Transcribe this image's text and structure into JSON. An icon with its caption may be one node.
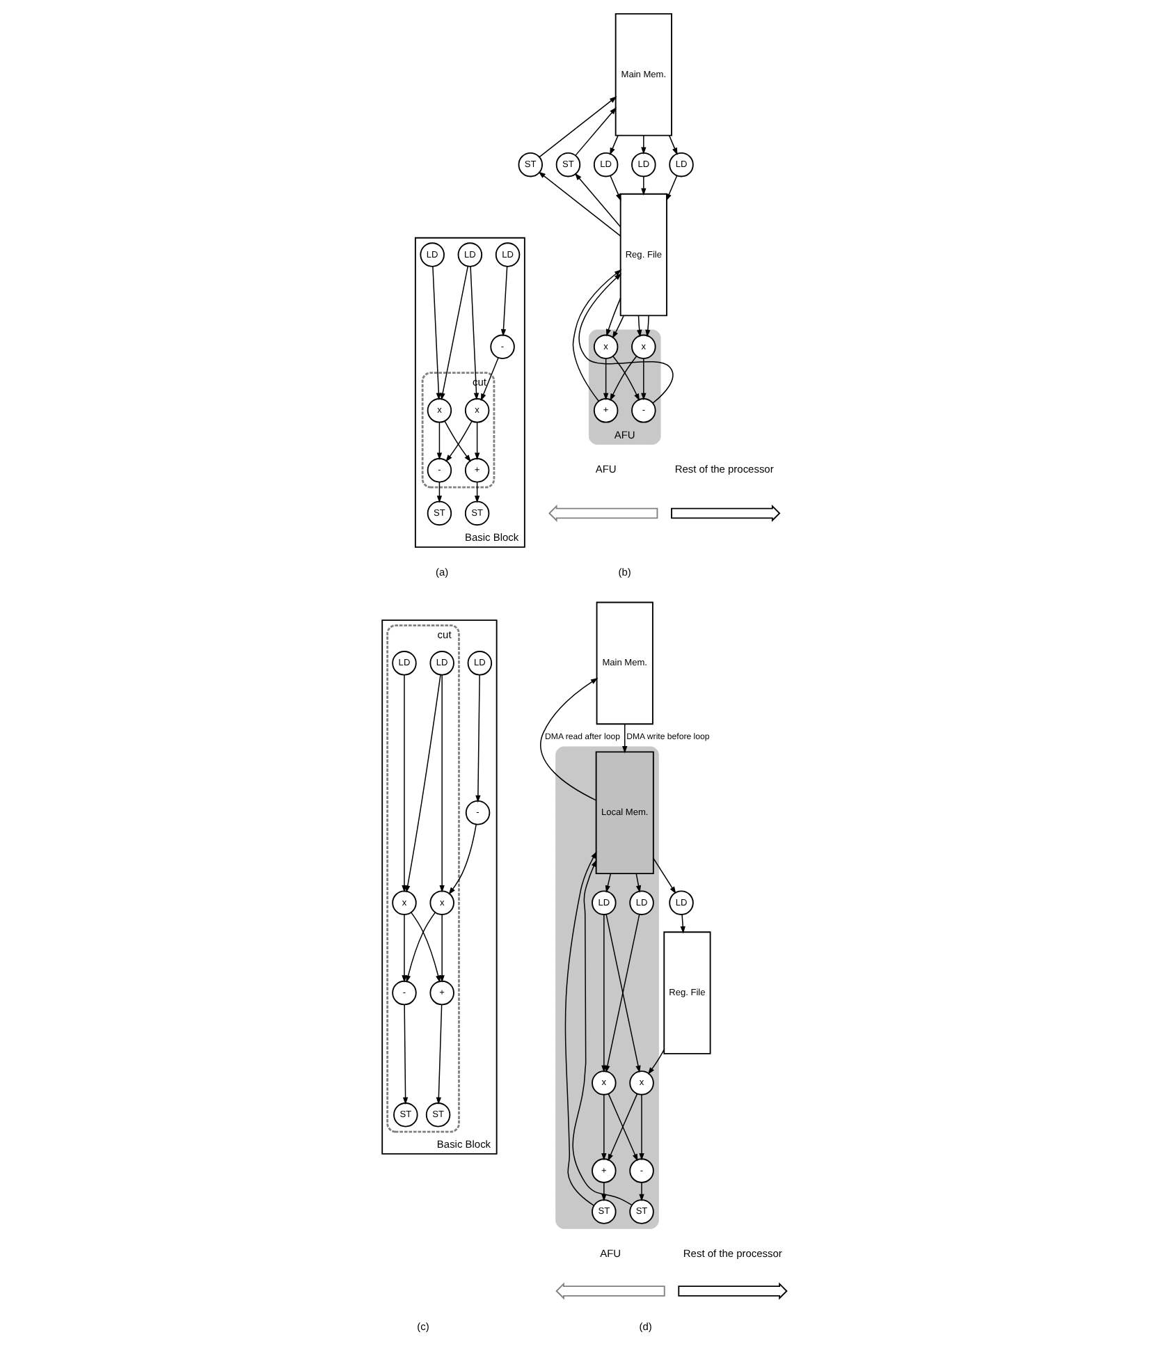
{
  "diagram": {
    "nodes": [
      {
        "text": [
          "Basic Block"
        ]
      },
      {
        "text": [
          "cut"
        ],
        "in": 0
      },
      {
        "text": [
          "LD"
        ],
        "in": 0
      },
      {
        "text": [
          "LD"
        ],
        "in": 0
      },
      {
        "text": [
          "LD"
        ],
        "in": 0
      },
      {
        "text": [
          "-"
        ],
        "in": 0
      },
      {
        "text": [
          "x"
        ],
        "in": 1
      },
      {
        "text": [
          "x"
        ],
        "in": 1
      },
      {
        "text": [
          "+"
        ],
        "in": 1
      },
      {
        "text": [
          "-"
        ],
        "in": 1
      },
      {
        "text": [
          "ST"
        ],
        "in": 0
      },
      {
        "text": [
          "ST"
        ],
        "in": 0
      },
      {
        "text": [
          "AFU"
        ]
      },
      {
        "text": [
          "x"
        ],
        "in": 12
      },
      {
        "text": [
          "x"
        ],
        "in": 12
      },
      {
        "text": [
          "+"
        ],
        "in": 12
      },
      {
        "text": [
          "-"
        ],
        "in": 12
      },
      {
        "text": [
          "Reg. File"
        ]
      },
      {
        "text": [
          "LD"
        ]
      },
      {
        "text": [
          "LD"
        ]
      },
      {
        "text": [
          "LD"
        ]
      },
      {
        "text": [
          "ST"
        ]
      },
      {
        "text": [
          "ST"
        ]
      },
      {
        "text": [
          "Main Mem."
        ]
      },
      {
        "text": [
          "Basic Block"
        ]
      },
      {
        "text": [
          "cut"
        ],
        "in": 24
      },
      {
        "text": [
          "LD"
        ],
        "in": 25
      },
      {
        "text": [
          "LD"
        ],
        "in": 25
      },
      {
        "text": [
          "LD"
        ],
        "in": 24
      },
      {
        "text": [
          "-"
        ],
        "in": 24
      },
      {
        "text": [
          "x"
        ],
        "in": 25
      },
      {
        "text": [
          "x"
        ],
        "in": 25
      },
      {
        "text": [
          "+"
        ],
        "in": 25
      },
      {
        "text": [
          "-"
        ],
        "in": 25
      },
      {
        "text": [
          "ST"
        ],
        "in": 25
      },
      {
        "text": [
          "ST"
        ],
        "in": 25
      },
      {
        "text": [],
        "shape": "box"
      },
      {
        "text": [
          "LD"
        ],
        "in": 36
      },
      {
        "text": [
          "LD"
        ],
        "in": 36
      },
      {
        "text": [
          "x"
        ],
        "in": 36
      },
      {
        "text": [
          "x"
        ],
        "in": 36
      },
      {
        "text": [
          "+"
        ],
        "in": 36
      },
      {
        "text": [
          "-"
        ],
        "in": 36
      },
      {
        "text": [
          "ST"
        ],
        "in": 36
      },
      {
        "text": [
          "ST"
        ],
        "in": 36
      },
      {
        "text": [
          "Local Mem."
        ],
        "in": 36
      },
      {
        "text": [
          "LD"
        ]
      },
      {
        "text": [
          "Reg. File"
        ]
      },
      {
        "text": [
          "Main Mem."
        ]
      }
    ],
    "edges": [
      {
        "from": 2,
        "to": 6,
        "arrow": "to"
      },
      {
        "from": 3,
        "to": 6,
        "arrow": "to"
      },
      {
        "from": 3,
        "to": 7,
        "arrow": "to"
      },
      {
        "from": 4,
        "to": 5,
        "arrow": "to"
      },
      {
        "from": 5,
        "to": 7,
        "arrow": "to"
      },
      {
        "from": 6,
        "to": 8,
        "arrow": "to"
      },
      {
        "from": 6,
        "to": 9,
        "arrow": "to"
      },
      {
        "from": 7,
        "to": 8,
        "arrow": "to"
      },
      {
        "from": 7,
        "to": 9,
        "arrow": "to"
      },
      {
        "from": 8,
        "to": 10,
        "arrow": "to"
      },
      {
        "from": 9,
        "to": 11,
        "arrow": "to"
      },
      {
        "from": 17,
        "to": 13,
        "arrow": "to"
      },
      {
        "from": 17,
        "to": 13,
        "arrow": "to"
      },
      {
        "from": 17,
        "to": 14,
        "arrow": "to"
      },
      {
        "from": 17,
        "to": 14,
        "arrow": "to"
      },
      {
        "from": 13,
        "to": 15,
        "arrow": "to"
      },
      {
        "from": 13,
        "to": 16,
        "arrow": "to"
      },
      {
        "from": 14,
        "to": 15,
        "arrow": "to"
      },
      {
        "from": 14,
        "to": 16,
        "arrow": "to"
      },
      {
        "from": 15,
        "to": 17,
        "arrow": "to"
      },
      {
        "from": 16,
        "to": 17,
        "arrow": "to"
      },
      {
        "from": 23,
        "to": 18,
        "arrow": "to"
      },
      {
        "from": 18,
        "to": 17,
        "arrow": "to"
      },
      {
        "from": 23,
        "to": 19,
        "arrow": "to"
      },
      {
        "from": 19,
        "to": 17,
        "arrow": "to"
      },
      {
        "from": 23,
        "to": 20,
        "arrow": "to"
      },
      {
        "from": 20,
        "to": 17,
        "arrow": "to"
      },
      {
        "from": 17,
        "to": 21,
        "arrow": "to"
      },
      {
        "from": 21,
        "to": 23,
        "arrow": "to"
      },
      {
        "from": 17,
        "to": 22,
        "arrow": "to"
      },
      {
        "from": 22,
        "to": 23,
        "arrow": "to"
      },
      {
        "from": 26,
        "to": 30,
        "arrow": "to"
      },
      {
        "from": 27,
        "to": 30,
        "arrow": "to"
      },
      {
        "from": 27,
        "to": 31,
        "arrow": "to"
      },
      {
        "from": 28,
        "to": 29,
        "arrow": "to"
      },
      {
        "from": 29,
        "to": 31,
        "arrow": "to"
      },
      {
        "from": 30,
        "to": 32,
        "arrow": "to"
      },
      {
        "from": 30,
        "to": 33,
        "arrow": "to"
      },
      {
        "from": 31,
        "to": 32,
        "arrow": "to"
      },
      {
        "from": 31,
        "to": 33,
        "arrow": "to"
      },
      {
        "from": 32,
        "to": 34,
        "arrow": "to"
      },
      {
        "from": 33,
        "to": 35,
        "arrow": "to"
      },
      {
        "from": 48,
        "to": 45,
        "label": "DMA write before loop",
        "arrow": "to"
      },
      {
        "from": 45,
        "to": 37,
        "arrow": "to"
      },
      {
        "from": 45,
        "to": 38,
        "arrow": "to"
      },
      {
        "from": 45,
        "to": 46,
        "arrow": "to"
      },
      {
        "from": 46,
        "to": 47,
        "arrow": "to"
      },
      {
        "from": 37,
        "to": 39,
        "arrow": "to"
      },
      {
        "from": 38,
        "to": 39,
        "arrow": "to"
      },
      {
        "from": 38,
        "to": 40,
        "arrow": "to"
      },
      {
        "from": 47,
        "to": 40,
        "arrow": "to"
      },
      {
        "from": 39,
        "to": 41,
        "arrow": "to"
      },
      {
        "from": 39,
        "to": 42,
        "arrow": "to"
      },
      {
        "from": 40,
        "to": 41,
        "arrow": "to"
      },
      {
        "from": 40,
        "to": 42,
        "arrow": "to"
      },
      {
        "from": 41,
        "to": 43,
        "arrow": "to"
      },
      {
        "from": 42,
        "to": 44,
        "arrow": "to"
      },
      {
        "from": 44,
        "to": 45,
        "arrow": "to"
      },
      {
        "from": 43,
        "to": 45,
        "arrow": "to"
      },
      {
        "from": 45,
        "to": 48,
        "label": "DMA read after loop",
        "arrow": "to"
      }
    ],
    "labels": [
      "AFU",
      "Rest of the processor",
      "(a)",
      "(b)",
      "AFU",
      "Rest of the processor",
      "(c)",
      "(d)"
    ]
  }
}
